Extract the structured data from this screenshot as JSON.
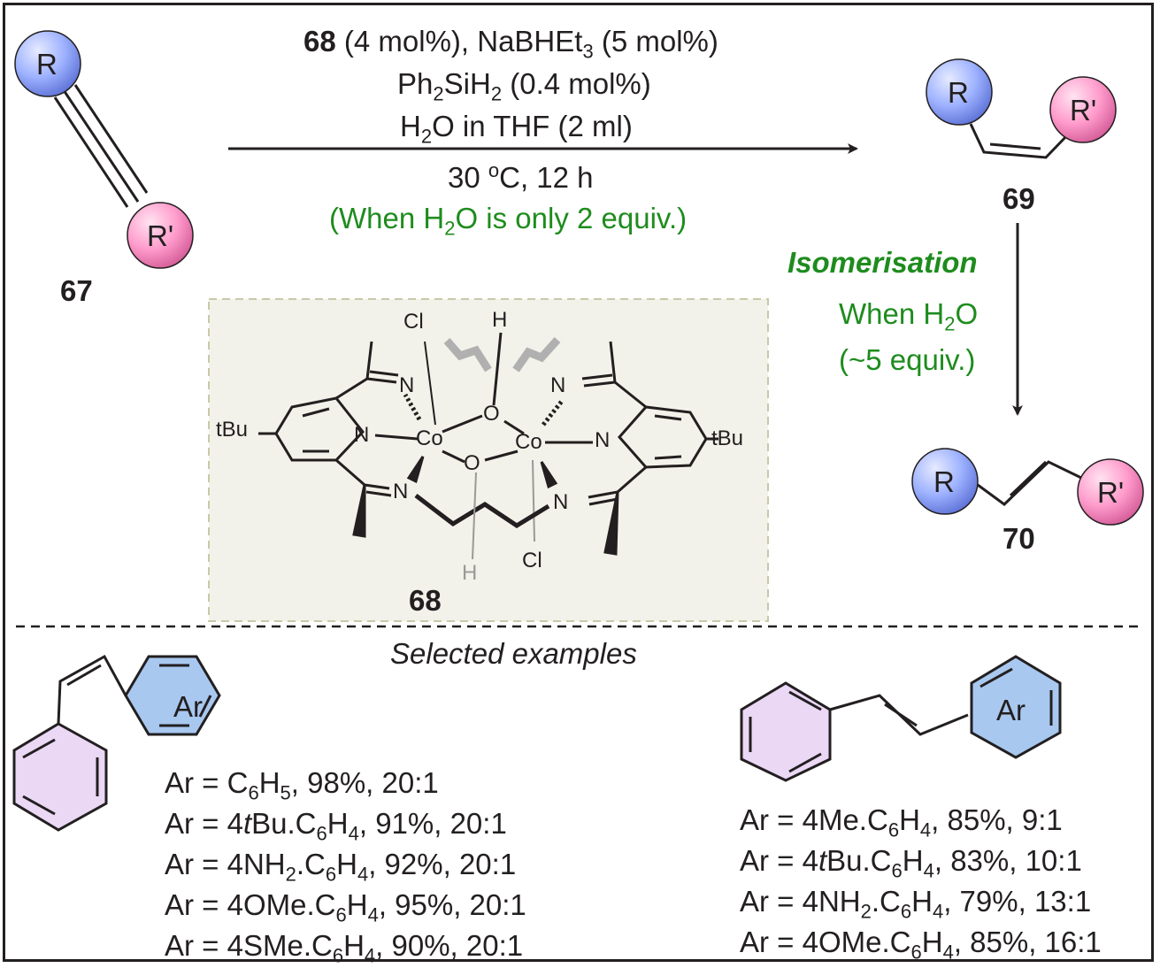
{
  "colors": {
    "R": "#9db1ff",
    "R_prime": "#ff9ccc",
    "green": "#1e8c1e",
    "catalyst_box": "#f2f2ea",
    "purple_ring": "#ead8f5",
    "blue_ring": "#a8c8f0"
  },
  "reaction": {
    "catalyst_id": "68",
    "line1_rest": " (4 mol%), NaBHEt",
    "line1_sub": "3",
    "line1_end": " (5 mol%)",
    "line2_pre": "Ph",
    "line2_sub1": "2",
    "line2_mid": "SiH",
    "line2_sub2": "2",
    "line2_end": " (0.4 mol%)",
    "line3_pre": "H",
    "line3_sub": "2",
    "line3_end": "O in THF (2 ml)",
    "line4_pre": "30 ",
    "line4_sup": "o",
    "line4_end": "C, 12 h",
    "line5_pre": "(When H",
    "line5_sub": "2",
    "line5_end": "O is only 2 equiv.)"
  },
  "compounds": {
    "c67": {
      "label": "67",
      "R": "R",
      "R_prime": "R'"
    },
    "c68": {
      "label": "68",
      "atoms": {
        "cl": "Cl",
        "h": "H",
        "n": "N",
        "o": "O",
        "co": "Co",
        "tbu": "tBu"
      }
    },
    "c69": {
      "label": "69",
      "R": "R",
      "R_prime": "R'"
    },
    "c70": {
      "label": "70",
      "R": "R",
      "R_prime": "R'"
    }
  },
  "isomerisation": {
    "title": "Isomerisation",
    "cond_pre": "When H",
    "cond_sub": "2",
    "cond_end": "O",
    "cond2": "(~5 equiv.)"
  },
  "examples": {
    "heading": "Selected examples",
    "ar_label": "Ar",
    "left": [
      {
        "pre": "Ar = C",
        "s1": "6",
        "m1": "H",
        "s2": "5",
        "rest": ", 98%, 20:1"
      },
      {
        "pre": "Ar = 4",
        "ital": "t",
        "m0": "Bu.C",
        "s1": "6",
        "m1": "H",
        "s2": "4",
        "rest": ", 91%, 20:1"
      },
      {
        "pre": "Ar = 4NH",
        "sA": "2",
        "m0": ".C",
        "s1": "6",
        "m1": "H",
        "s2": "4",
        "rest": ", 92%, 20:1"
      },
      {
        "pre": "Ar = 4OMe.C",
        "s1": "6",
        "m1": "H",
        "s2": "4",
        "rest": ", 95%, 20:1"
      },
      {
        "pre": "Ar = 4SMe.C",
        "s1": "6",
        "m1": "H",
        "s2": "4",
        "rest": ", 90%, 20:1"
      }
    ],
    "right": [
      {
        "pre": "Ar = 4Me.C",
        "s1": "6",
        "m1": "H",
        "s2": "4",
        "rest": ", 85%, 9:1"
      },
      {
        "pre": "Ar = 4",
        "ital": "t",
        "m0": "Bu.C",
        "s1": "6",
        "m1": "H",
        "s2": "4",
        "rest": ", 83%, 10:1"
      },
      {
        "pre": "Ar = 4NH",
        "sA": "2",
        "m0": ".C",
        "s1": "6",
        "m1": "H",
        "s2": "4",
        "rest": ", 79%, 13:1"
      },
      {
        "pre": "Ar = 4OMe.C",
        "s1": "6",
        "m1": "H",
        "s2": "4",
        "rest": ", 85%, 16:1"
      }
    ]
  }
}
